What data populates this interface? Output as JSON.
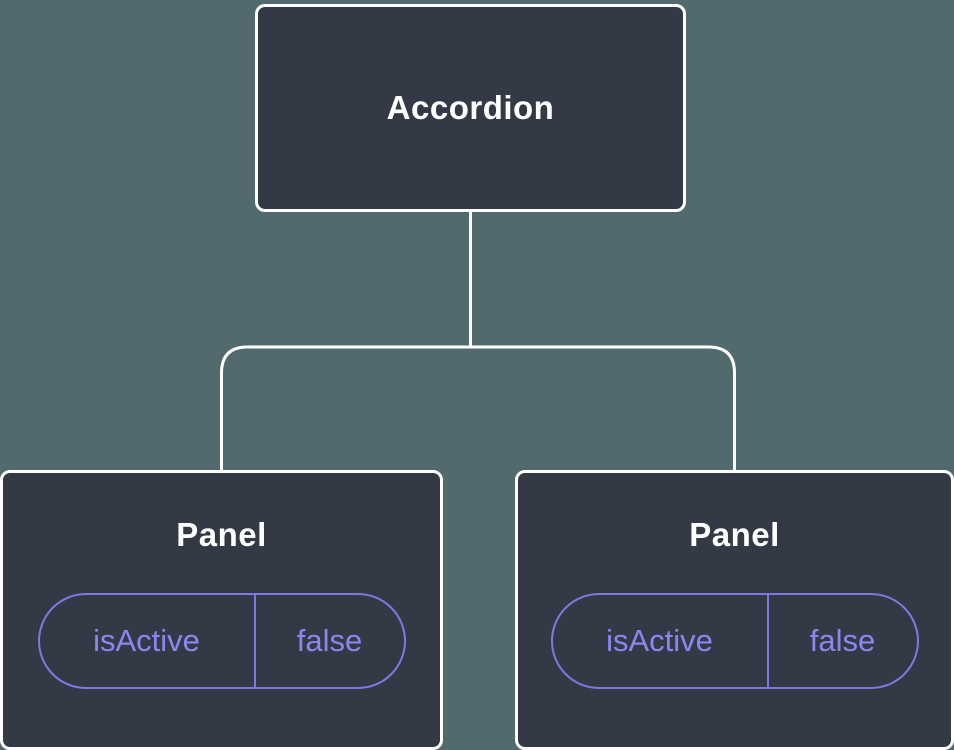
{
  "colors": {
    "background": "#526a6d",
    "node_fill": "#333a45",
    "node_border": "#ffffff",
    "node_text": "#ffffff",
    "connector": "#ffffff",
    "state_accent": "#7c7ae0",
    "state_text": "#8a88f0"
  },
  "diagram": {
    "root": {
      "label": "Accordion"
    },
    "children": [
      {
        "label": "Panel",
        "state": {
          "key": "isActive",
          "value": "false"
        }
      },
      {
        "label": "Panel",
        "state": {
          "key": "isActive",
          "value": "false"
        }
      }
    ]
  }
}
